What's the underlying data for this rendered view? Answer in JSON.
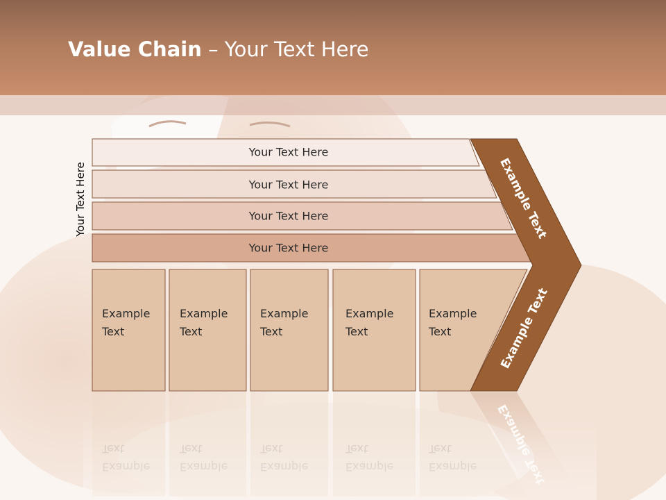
{
  "title": {
    "bold": "Value Chain",
    "rest": " – Your Text Here"
  },
  "side_label": "Your Text Here",
  "rows": [
    {
      "label": "Your Text Here",
      "fill": "#f7ebe6"
    },
    {
      "label": "Your Text Here",
      "fill": "#f0ddd3"
    },
    {
      "label": "Your Text Here",
      "fill": "#e8c9b9"
    },
    {
      "label": "Your Text Here",
      "fill": "#d8aa92"
    }
  ],
  "columns": [
    {
      "label": "Example\nText"
    },
    {
      "label": "Example\nText"
    },
    {
      "label": "Example\nText"
    },
    {
      "label": "Example\nText"
    },
    {
      "label": "Example\nText"
    }
  ],
  "chevron": {
    "top_label": "Example Text",
    "bottom_label": "Example Text",
    "fill": "#9a5f33"
  },
  "colors": {
    "column_fill": "#e2c3a7",
    "row_stroke": "#8a5a40",
    "title_text": "#ffffff"
  }
}
